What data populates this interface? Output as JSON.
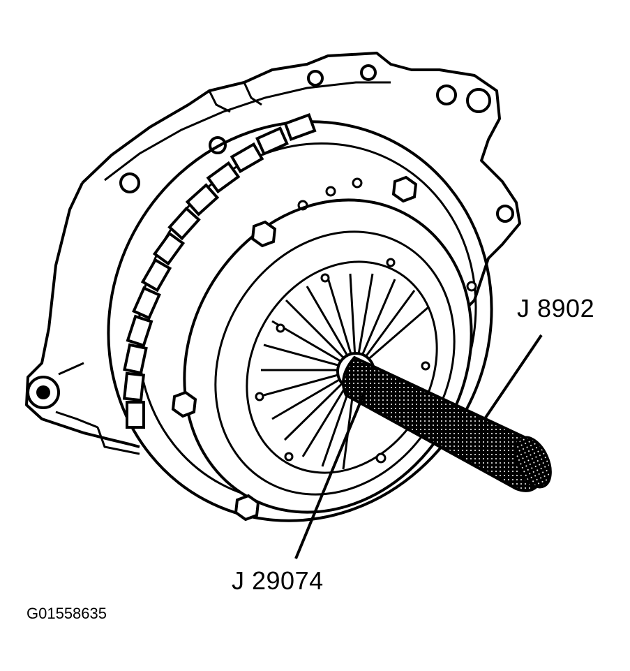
{
  "labels": {
    "tool_handle": "J 8902",
    "tool_aligner": "J 29074"
  },
  "figure_id": "G01558635",
  "colors": {
    "ink": "#000000",
    "paper": "#ffffff"
  },
  "icons": {
    "illustration": "clutch-alignment-tool-drawing"
  }
}
